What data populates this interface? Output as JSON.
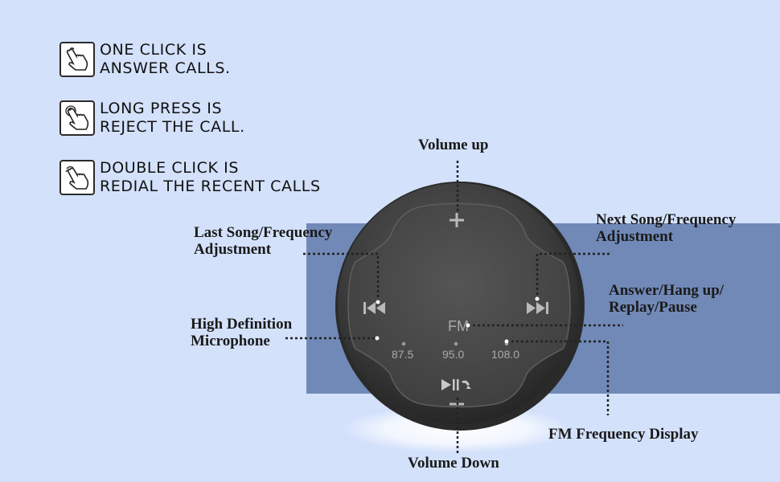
{
  "instructions": [
    {
      "icon": "single-tap-hand-icon",
      "line1": "ONE CLICK IS",
      "line2": "ANSWER CALLS."
    },
    {
      "icon": "long-press-hand-icon",
      "line1": "LONG PRESS IS",
      "line2": "REJECT THE CALL."
    },
    {
      "icon": "double-tap-hand-icon",
      "line1": "DOUBLE CLICK IS",
      "line2": "REDIAL THE RECENT CALLS"
    }
  ],
  "callouts": {
    "volume_up": "Volume up",
    "last_song_1": "Last Song/Frequency",
    "last_song_2": "Adjustment",
    "next_song_1": "Next Song/Frequency",
    "next_song_2": "Adjustment",
    "answer_1": "Answer/Hang up/",
    "answer_2": "Replay/Pause",
    "microphone_1": "High Definition",
    "microphone_2": "Microphone",
    "fm_display": "FM Frequency Display",
    "volume_down": "Volume Down"
  },
  "device": {
    "fm_label": "FM",
    "freq_left": "87.5",
    "freq_mid": "95.0",
    "freq_right": "108.0",
    "plus_icon": "plus-icon",
    "minus_icon": "minus-icon",
    "prev_icon": "previous-track-icon",
    "next_icon": "next-track-icon",
    "play_icon": "play-pause-call-icon"
  },
  "colors": {
    "background": "#d3e1fb",
    "band": "#7189b7",
    "device_body": "#3a3a3a",
    "device_face": "#4a4a4a"
  }
}
